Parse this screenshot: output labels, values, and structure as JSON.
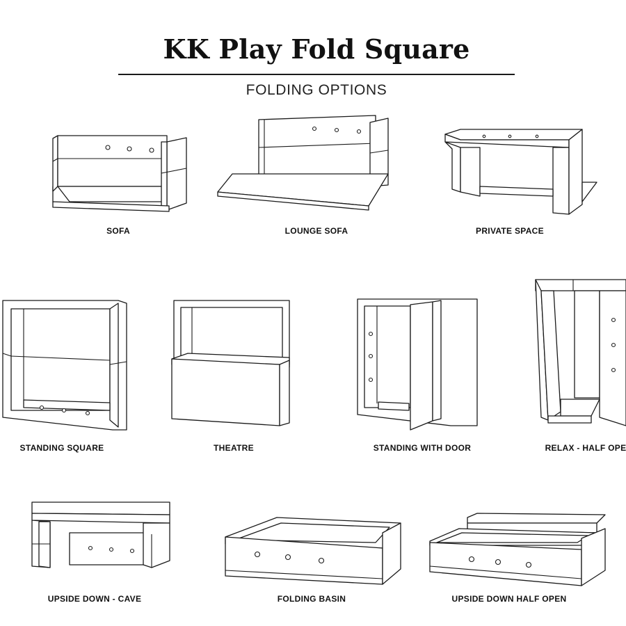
{
  "header": {
    "title": "KK Play Fold Square",
    "subtitle": "FOLDING OPTIONS"
  },
  "options": [
    {
      "label": "SOFA"
    },
    {
      "label": "LOUNGE SOFA"
    },
    {
      "label": "PRIVATE SPACE"
    },
    {
      "label": "STANDING SQUARE"
    },
    {
      "label": "THEATRE"
    },
    {
      "label": "STANDING WITH DOOR"
    },
    {
      "label": "RELAX - HALF OPE"
    },
    {
      "label": "UPSIDE DOWN - CAVE"
    },
    {
      "label": "FOLDING BASIN"
    },
    {
      "label": "UPSIDE DOWN HALF OPEN"
    }
  ]
}
